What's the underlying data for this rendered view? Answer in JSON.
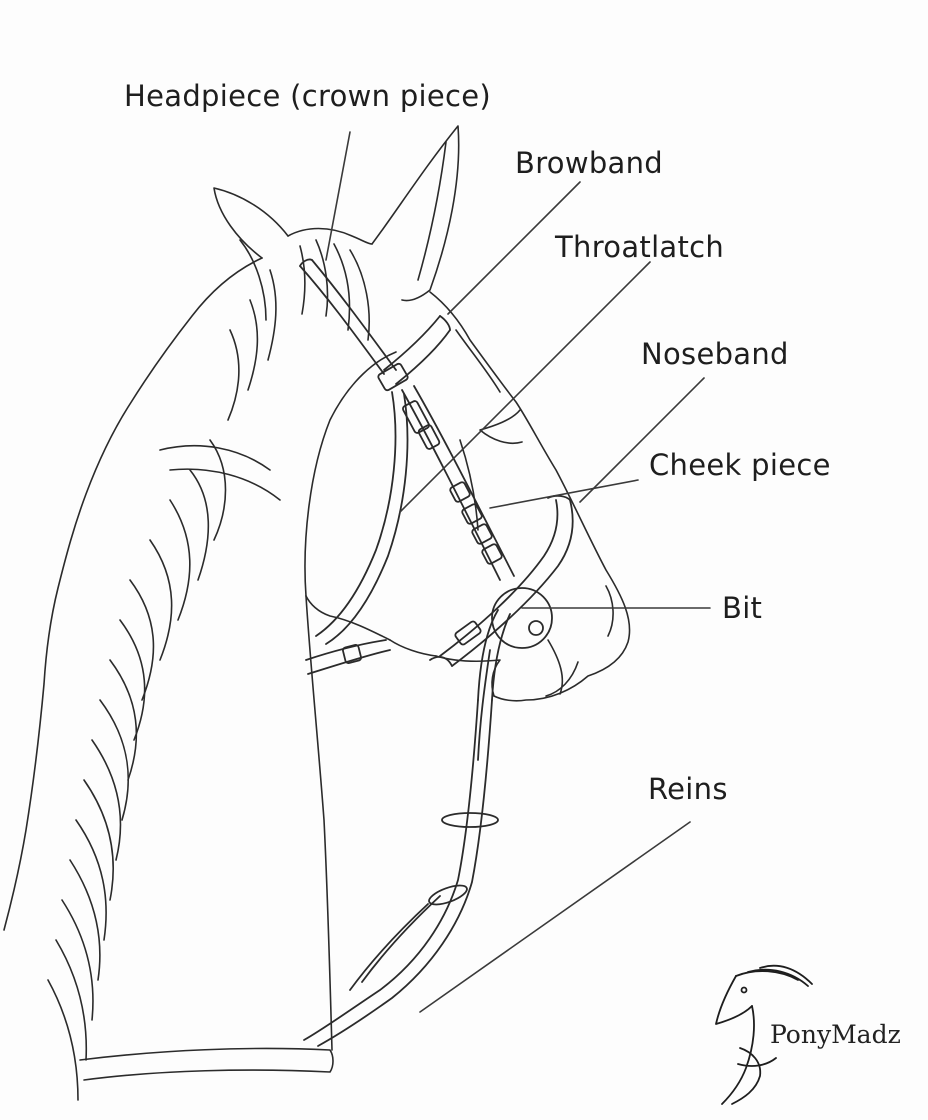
{
  "labels": {
    "headpiece": "Headpiece (crown piece)",
    "browband": "Browband",
    "throatlatch": "Throatlatch",
    "noseband": "Noseband",
    "cheek_piece": "Cheek piece",
    "bit": "Bit",
    "reins": "Reins"
  },
  "logo": {
    "text": "PonyMadz",
    "icon": "horse-head-logo-icon"
  },
  "colors": {
    "line": "#2b2b2b",
    "background": "#fdfdfd"
  }
}
